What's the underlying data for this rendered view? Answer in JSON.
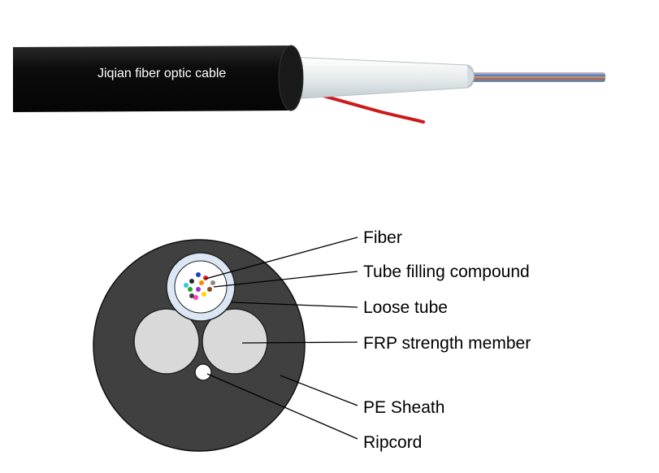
{
  "cable_photo": {
    "label": "Jiqian fiber optic cable",
    "colors": {
      "sheath": "#111111",
      "tube": "#e9eef0",
      "ripcord": "#cc1a1a"
    }
  },
  "cross_section": {
    "colors": {
      "sheath": "#404040",
      "frp_member": "#d9d9d9",
      "loose_tube": "#dbe7f5",
      "filling_compound": "#ffffff",
      "ripcord": "#ffffff",
      "leader_line": "#000000"
    },
    "fiber_colors": [
      "#1f3fbf",
      "#e01f1f",
      "#2a2a2a",
      "#ff8800",
      "#8a8a8a",
      "#8a4a1a",
      "#22aa22",
      "#9b30c9",
      "#f5d800",
      "#ff3fbf",
      "#30c8e0",
      "#404040"
    ]
  },
  "callouts": [
    {
      "id": "fiber",
      "label": "Fiber"
    },
    {
      "id": "filling",
      "label": "Tube filling compound"
    },
    {
      "id": "tube",
      "label": "Loose tube"
    },
    {
      "id": "frp",
      "label": "FRP strength member"
    },
    {
      "id": "pe",
      "label": "PE Sheath"
    },
    {
      "id": "ripcord",
      "label": "Ripcord"
    }
  ]
}
